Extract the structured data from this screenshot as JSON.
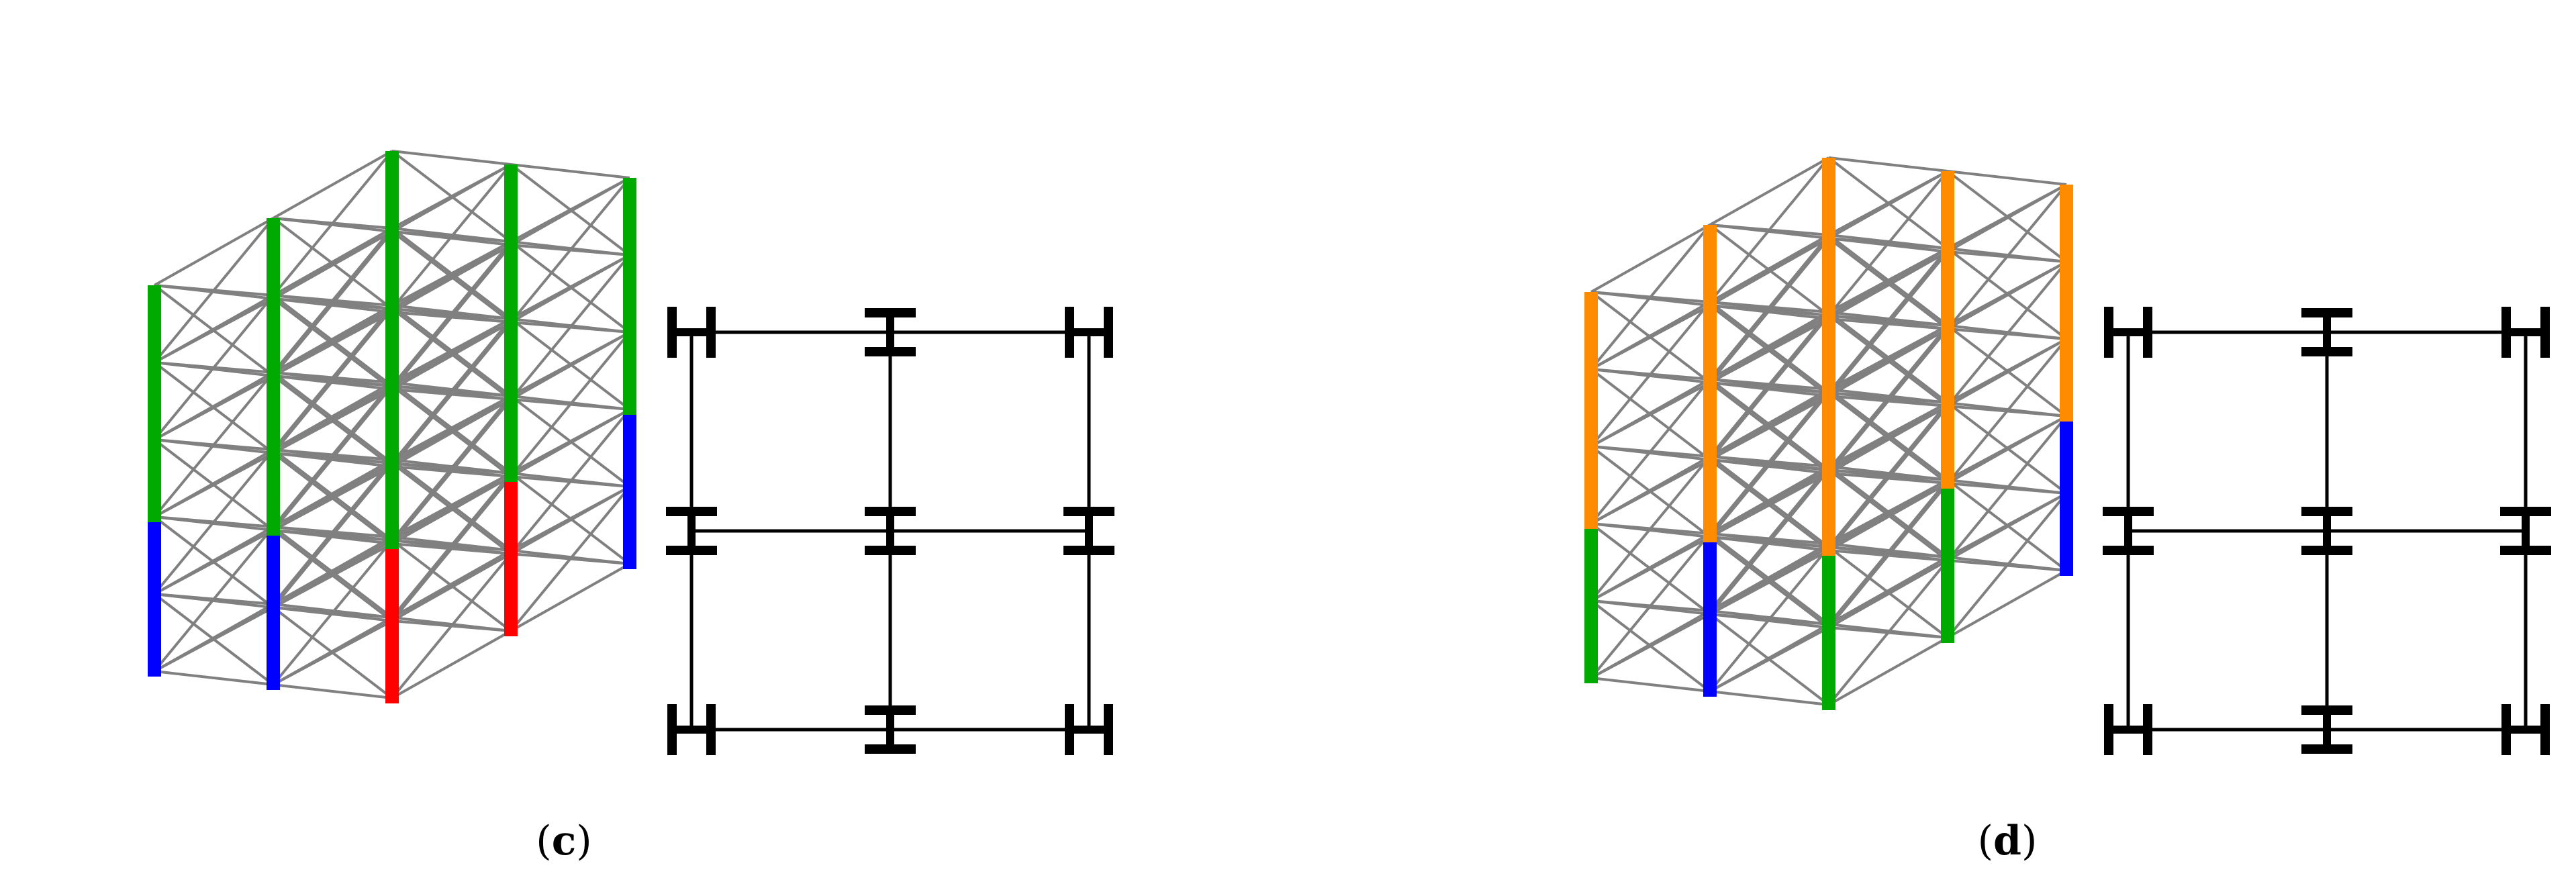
{
  "panels": [
    {
      "id": "c",
      "caption": "c",
      "column_colors": [
        "#0000ff",
        "#ff0000",
        "#00aa00"
      ]
    },
    {
      "id": "d",
      "caption": "d",
      "column_colors": [
        "#0000ff",
        "#ff0000",
        "#00aa00",
        "#ff8c00",
        "#8b00ff"
      ]
    }
  ],
  "colors": {
    "brace": "#808080",
    "plan_line": "#000000",
    "blue": "#0000ff",
    "red": "#ff0000",
    "green": "#00aa00",
    "orange": "#ff8c00",
    "purple": "#8b00ff"
  }
}
